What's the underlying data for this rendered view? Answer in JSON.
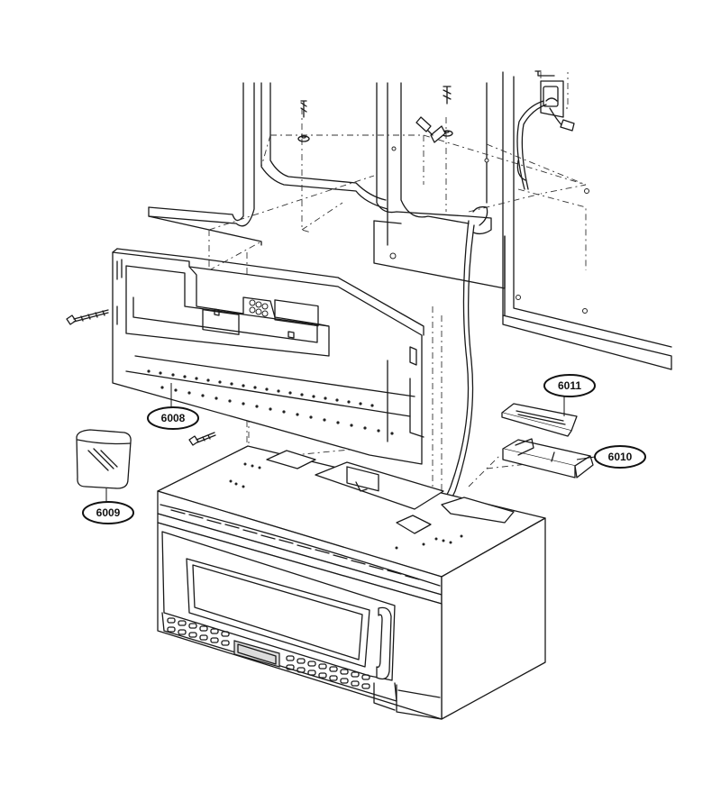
{
  "callouts": [
    {
      "id": "6008",
      "label": "6008"
    },
    {
      "id": "6009",
      "label": "6009"
    },
    {
      "id": "6010",
      "label": "6010"
    },
    {
      "id": "6011",
      "label": "6011"
    }
  ]
}
